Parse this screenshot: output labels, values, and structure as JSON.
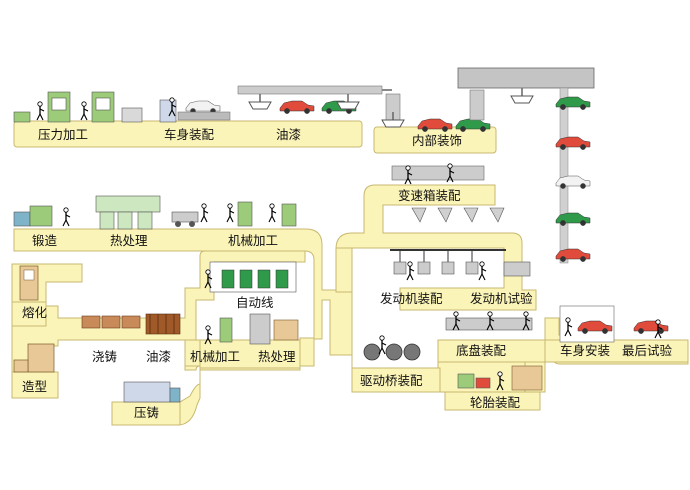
{
  "diagram": {
    "labels": {
      "press": "压力加工",
      "body_assembly": "车身装配",
      "painting_top": "油漆",
      "interior": "内部装饰",
      "forging": "锻造",
      "heat_treatment": "热处理",
      "machining_top": "机械加工",
      "automatic_line": "自动线",
      "smelting": "熔化",
      "pouring": "浇铸",
      "painting_mid": "油漆",
      "machining_mid": "机械加工",
      "heat_treatment_mid": "热处理",
      "molding": "造型",
      "die_casting": "压铸",
      "gearbox_assembly": "变速箱装配",
      "engine_assembly": "发动机装配",
      "engine_test": "发动机试验",
      "drive_axle_assembly": "驱动桥装配",
      "chassis_assembly": "底盘装配",
      "body_install": "车身安装",
      "final_test": "最后试验",
      "tire_assembly": "轮胎装配"
    },
    "colors": {
      "path": "#fbf4b8",
      "path_edge": "#c8b870",
      "machine_green": "#9ccc7a",
      "machine_gray": "#c8c8c8",
      "car_red": "#e04b3b",
      "car_green": "#2f9a4a",
      "car_white": "#f2f2f2",
      "conveyor": "#b8b8b8"
    }
  }
}
